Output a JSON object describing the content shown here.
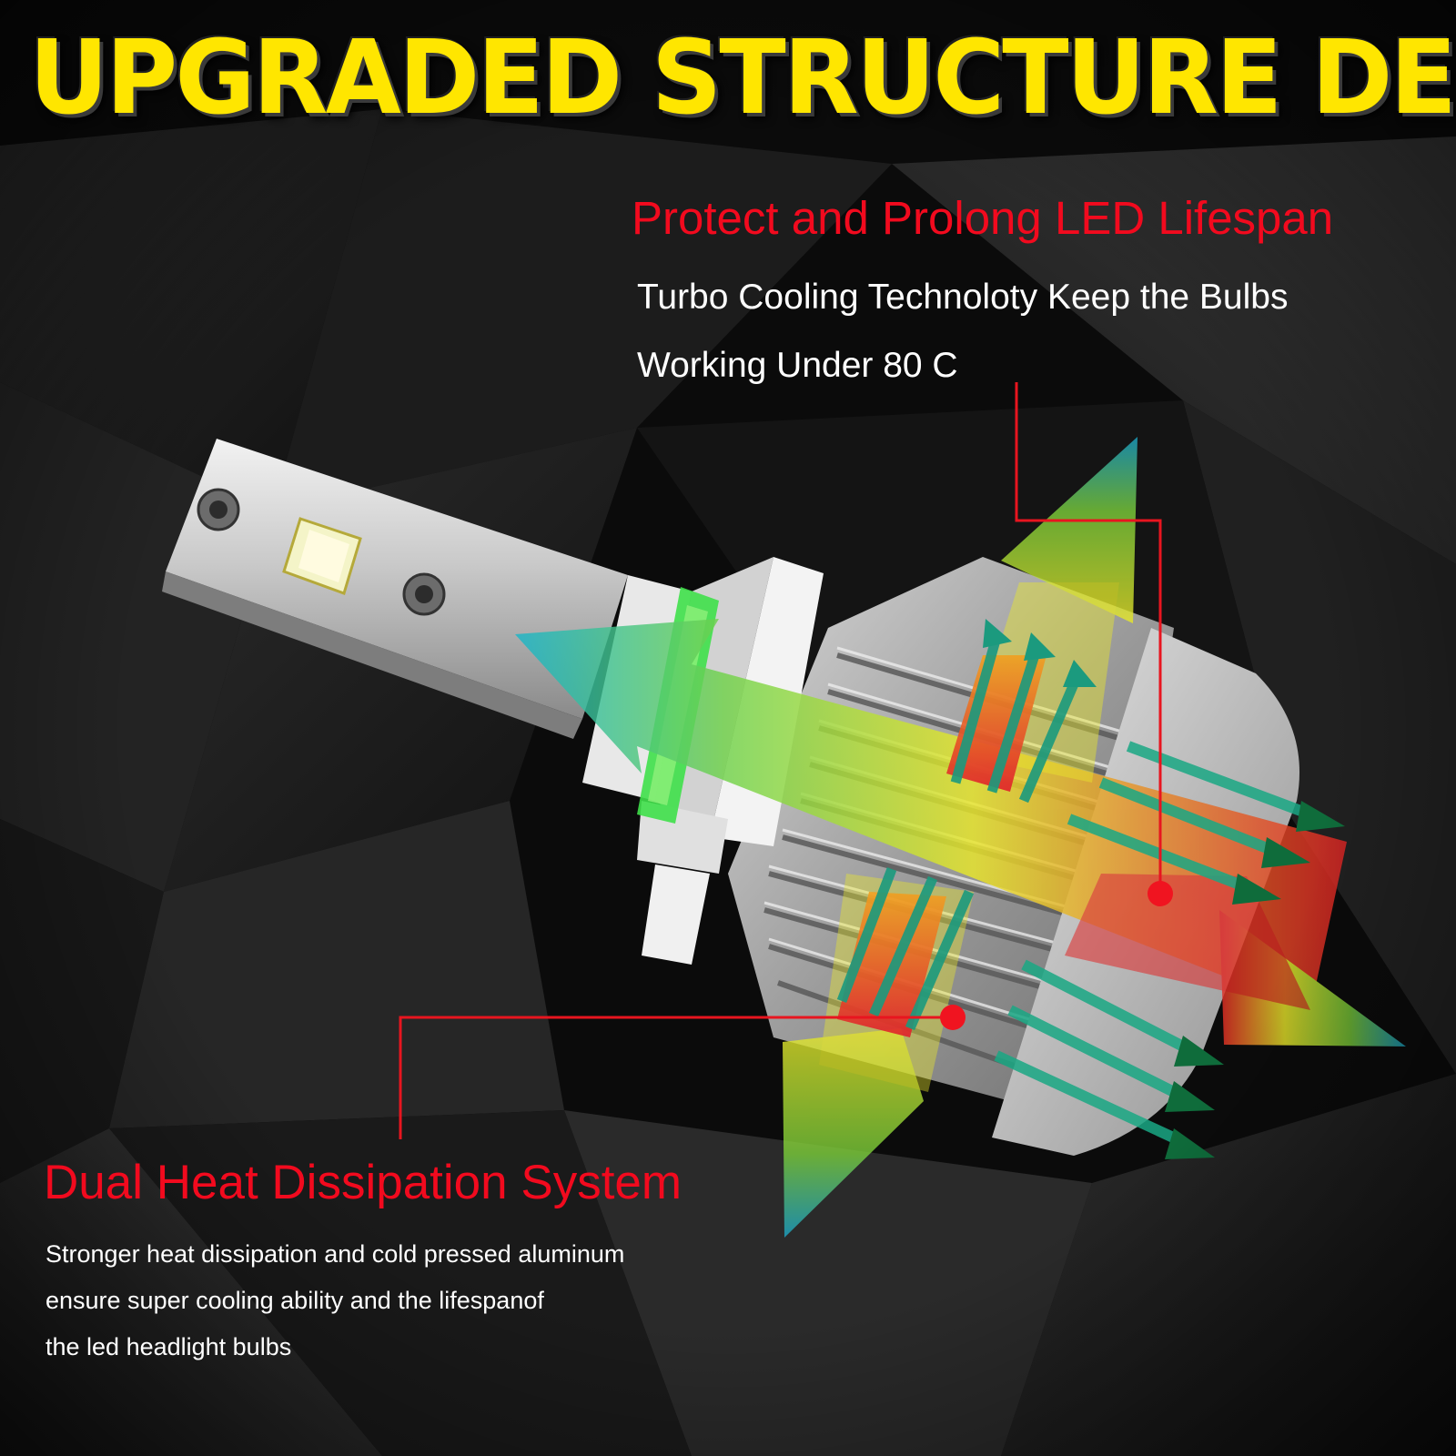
{
  "headline": "UPGRADED STRUCTURE DESIGN",
  "feature_top": {
    "title": "Protect and Prolong LED Lifespan",
    "lines": [
      "Turbo Cooling Technoloty Keep the Bulbs",
      "Working Under 80 C"
    ]
  },
  "feature_bottom": {
    "title": "Dual Heat Dissipation System",
    "lines": [
      "Stronger heat dissipation  and cold pressed aluminum",
      "ensure super cooling ability and the lifespanof",
      "the led headlight bulbs"
    ]
  },
  "colors": {
    "headline": "#ffe600",
    "accent_red": "#f20a1e",
    "body_text": "#ffffff",
    "background": "#0b0b0b"
  }
}
